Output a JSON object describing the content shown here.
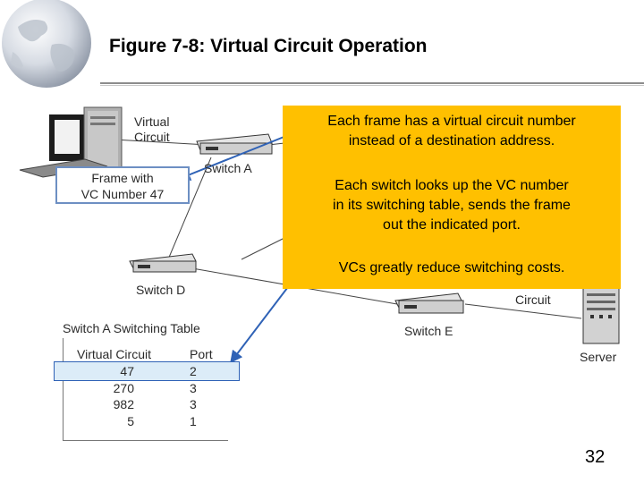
{
  "slide": {
    "title": "Figure 7-8: Virtual Circuit Operation",
    "page_number": "32"
  },
  "diagram": {
    "virtual_circuit_label_line1": "Virtual",
    "virtual_circuit_label_line2": "Circuit",
    "frame_box_line1": "Frame with",
    "frame_box_line2": "VC Number 47",
    "switch_a": "Switch A",
    "switch_d": "Switch D",
    "switch_e": "Switch E",
    "circuit_label": "Circuit",
    "server_label": "Server"
  },
  "callout": {
    "line1": "Each frame has a virtual circuit number",
    "line2": "instead of a destination address.",
    "line3": "Each switch looks up the VC number",
    "line4": "in its switching table, sends the frame",
    "line5": "out the indicated port.",
    "line6": "VCs greatly reduce switching costs."
  },
  "table": {
    "title": "Switch A Switching Table",
    "headers": [
      "Virtual Circuit",
      "Port"
    ],
    "rows": [
      {
        "vc": "47",
        "port": "2"
      },
      {
        "vc": "270",
        "port": "3"
      },
      {
        "vc": "982",
        "port": "3"
      },
      {
        "vc": "5",
        "port": "1"
      }
    ]
  },
  "colors": {
    "callout": "#ffc000",
    "arrow": "#2f62b6",
    "frame_border": "#6d8fc3",
    "highlight_row": "#dcecf8"
  }
}
